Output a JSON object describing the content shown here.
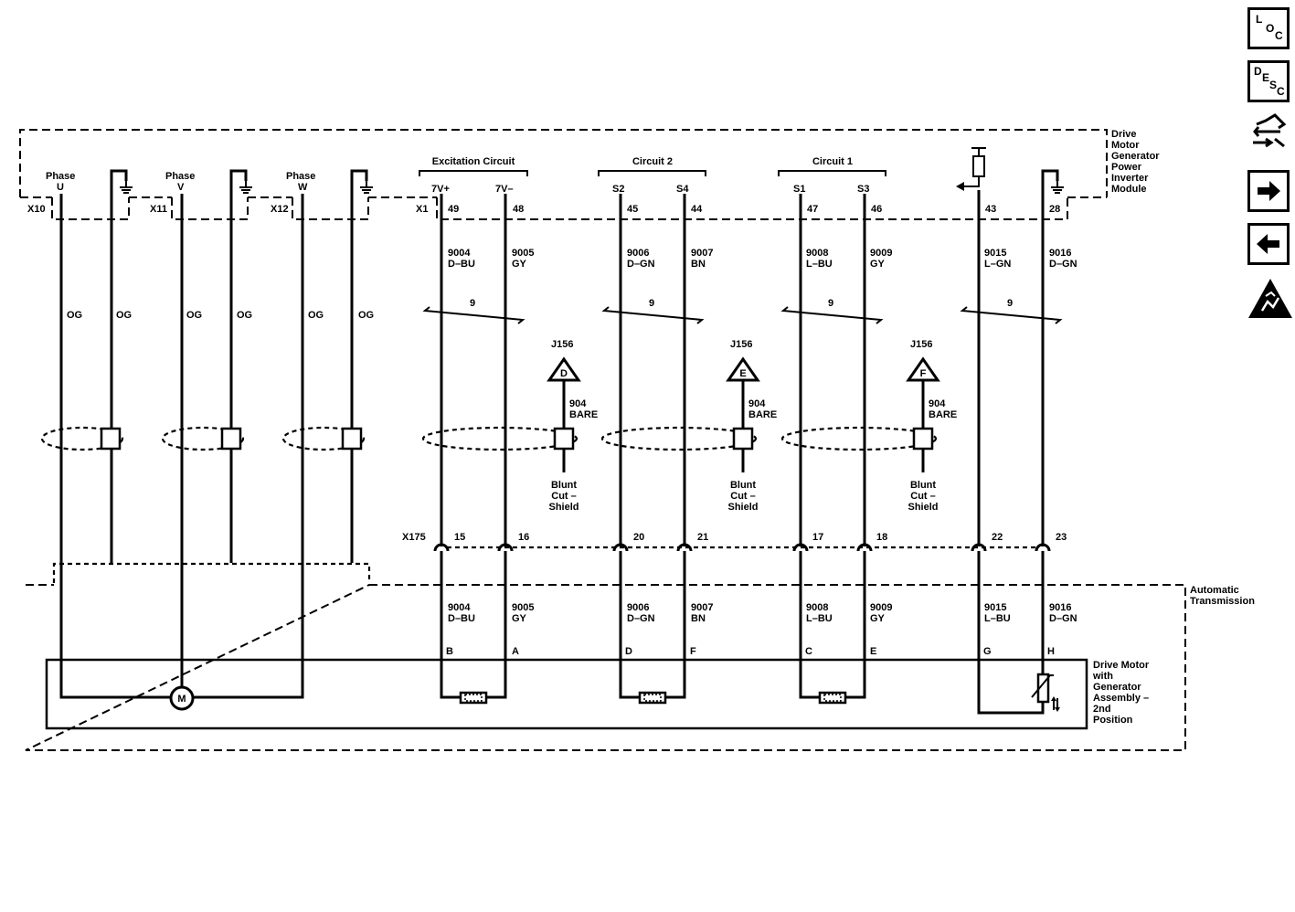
{
  "colors": {
    "ink": "#000000",
    "background": "#ffffff"
  },
  "module_label": [
    "Drive",
    "Motor",
    "Generator",
    "Power",
    "Inverter",
    "Module"
  ],
  "transmission_label": [
    "Automatic",
    "Transmission"
  ],
  "assembly_label": [
    "Drive Motor",
    "with",
    "Generator",
    "Assembly –",
    "2nd",
    "Position"
  ],
  "phases": [
    {
      "title": "Phase",
      "letter": "U",
      "connector": "X10",
      "wire1": "OG",
      "wire2": "OG"
    },
    {
      "title": "Phase",
      "letter": "V",
      "connector": "X11",
      "wire1": "OG",
      "wire2": "OG"
    },
    {
      "title": "Phase",
      "letter": "W",
      "connector": "X12",
      "wire1": "OG",
      "wire2": "OG"
    }
  ],
  "x1_connector": "X1",
  "x175_connector": "X175",
  "circuit_groups": [
    {
      "name": "Excitation Circuit",
      "pins": [
        {
          "sig": "7V+",
          "pin": "49",
          "circ": "9004",
          "color": "D–BU",
          "x175": "15",
          "term": "B"
        },
        {
          "sig": "7V–",
          "pin": "48",
          "circ": "9005",
          "color": "GY",
          "x175": "16",
          "term": "A"
        }
      ],
      "twist": "9",
      "splice": "J156",
      "splice_letter": "D",
      "shield_circ": "904",
      "shield_color": "BARE",
      "blunt": [
        "Blunt",
        "Cut –",
        "Shield"
      ]
    },
    {
      "name": "Circuit 2",
      "pins": [
        {
          "sig": "S2",
          "pin": "45",
          "circ": "9006",
          "color": "D–GN",
          "x175": "20",
          "term": "D"
        },
        {
          "sig": "S4",
          "pin": "44",
          "circ": "9007",
          "color": "BN",
          "x175": "21",
          "term": "F"
        }
      ],
      "twist": "9",
      "splice": "J156",
      "splice_letter": "E",
      "shield_circ": "904",
      "shield_color": "BARE",
      "blunt": [
        "Blunt",
        "Cut –",
        "Shield"
      ]
    },
    {
      "name": "Circuit 1",
      "pins": [
        {
          "sig": "S1",
          "pin": "47",
          "circ": "9008",
          "color": "L–BU",
          "x175": "17",
          "term": "C"
        },
        {
          "sig": "S3",
          "pin": "46",
          "circ": "9009",
          "color": "GY",
          "x175": "18",
          "term": "E"
        }
      ],
      "twist": "9",
      "splice": "J156",
      "splice_letter": "F",
      "shield_circ": "904",
      "shield_color": "BARE",
      "blunt": [
        "Blunt",
        "Cut –",
        "Shield"
      ]
    }
  ],
  "temp_circuit": {
    "twist": "9",
    "pins": [
      {
        "pin": "43",
        "circ": "9015",
        "color_top": "L–GN",
        "color_bottom": "L–BU",
        "x175": "22",
        "term": "G"
      },
      {
        "pin": "28",
        "circ": "9016",
        "color_top": "D–GN",
        "color_bottom": "D–GN",
        "x175": "23",
        "term": "H"
      }
    ]
  },
  "motor_symbol": "M",
  "nav": {
    "loc": [
      "L",
      "O",
      "C"
    ],
    "desc": [
      "D",
      "E",
      "S",
      "C"
    ],
    "items": [
      "connector-icon",
      "arrow-right-icon",
      "arrow-left-icon",
      "esd-warning-icon"
    ]
  }
}
